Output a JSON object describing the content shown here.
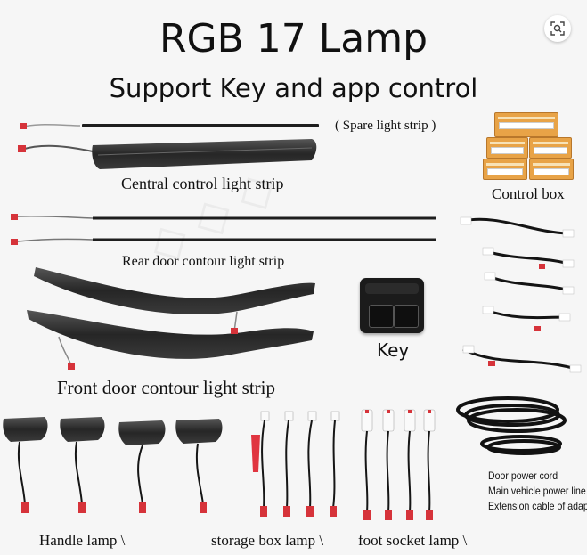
{
  "header": {
    "title": "RGB 17 Lamp",
    "subtitle": "Support Key and app control"
  },
  "labels": {
    "spare_strip": "( Spare light strip )",
    "central_strip": "Central control light strip",
    "control_box": "Control box",
    "rear_door": "Rear door contour light strip",
    "key": "Key",
    "front_door": "Front door contour light strip",
    "handle_lamp": "Handle lamp \\",
    "storage_box": "storage box lamp \\",
    "foot_socket": "foot socket lamp \\",
    "door_power": "Door power cord",
    "main_power": "Main vehicle power line",
    "extension": "Extension cable of adapter"
  },
  "icons": {
    "lens": "visual-search-icon"
  },
  "colors": {
    "background": "#f6f6f6",
    "carbon": "#2e2e2e",
    "connector": "#d6333a",
    "control_box": "#e8a347"
  }
}
